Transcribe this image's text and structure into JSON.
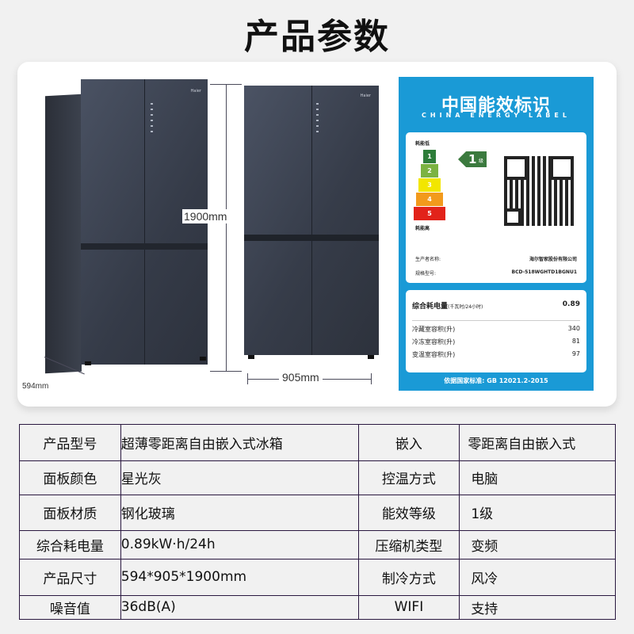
{
  "page": {
    "title": "产品参数",
    "background": "#f1f1f1"
  },
  "product_images": {
    "brand_mark": "Haier",
    "dimensions": {
      "height": "1900mm",
      "width": "905mm",
      "depth": "594mm"
    }
  },
  "energy_label": {
    "title_cn": "中国能效标识",
    "title_en": "CHINA ENERGY LABEL",
    "brand_color": "#1a9ad6",
    "low_consumption": "耗能低",
    "high_consumption": "耗能高",
    "grades": [
      {
        "label": "1",
        "color": "#2e7d3a"
      },
      {
        "label": "2",
        "color": "#7cb342"
      },
      {
        "label": "3",
        "color": "#f2e600"
      },
      {
        "label": "4",
        "color": "#f29a1c"
      },
      {
        "label": "5",
        "color": "#e2231a"
      }
    ],
    "current_grade": {
      "number": "1",
      "suffix": "级"
    },
    "manufacturer_label": "生产者名称:",
    "manufacturer_value": "海尔智家股份有限公司",
    "model_label": "规格型号:",
    "model_value": "BCD-518WGHTD1BGNU1",
    "consumption_label": "综合耗电量",
    "consumption_unit": "(千瓦时/24小时)",
    "consumption_value": "0.89",
    "volumes": [
      {
        "label": "冷藏室容积(升)",
        "value": "340"
      },
      {
        "label": "冷冻室容积(升)",
        "value": "81"
      },
      {
        "label": "变温室容积(升)",
        "value": "97"
      }
    ],
    "standard": "依据国家标准: GB 12021.2-2015"
  },
  "spec_table": {
    "rows": [
      {
        "label1": "产品型号",
        "value1": "超薄零距离自由嵌入式冰箱",
        "label2": "嵌入",
        "value2": "零距离自由嵌入式"
      },
      {
        "label1": "面板颜色",
        "value1": "星光灰",
        "label2": "控温方式",
        "value2": "电脑"
      },
      {
        "label1": "面板材质",
        "value1": "钢化玻璃",
        "label2": "能效等级",
        "value2": "1级"
      },
      {
        "label1": "综合耗电量",
        "value1": "0.89kW·h/24h",
        "label2": "压缩机类型",
        "value2": "变频"
      },
      {
        "label1": "产品尺寸",
        "value1": "594*905*1900mm",
        "label2": "制冷方式",
        "value2": "风冷"
      },
      {
        "label1": "噪音值",
        "value1": "36dB(A)",
        "label2": "WIFI",
        "value2": "支持"
      }
    ]
  }
}
